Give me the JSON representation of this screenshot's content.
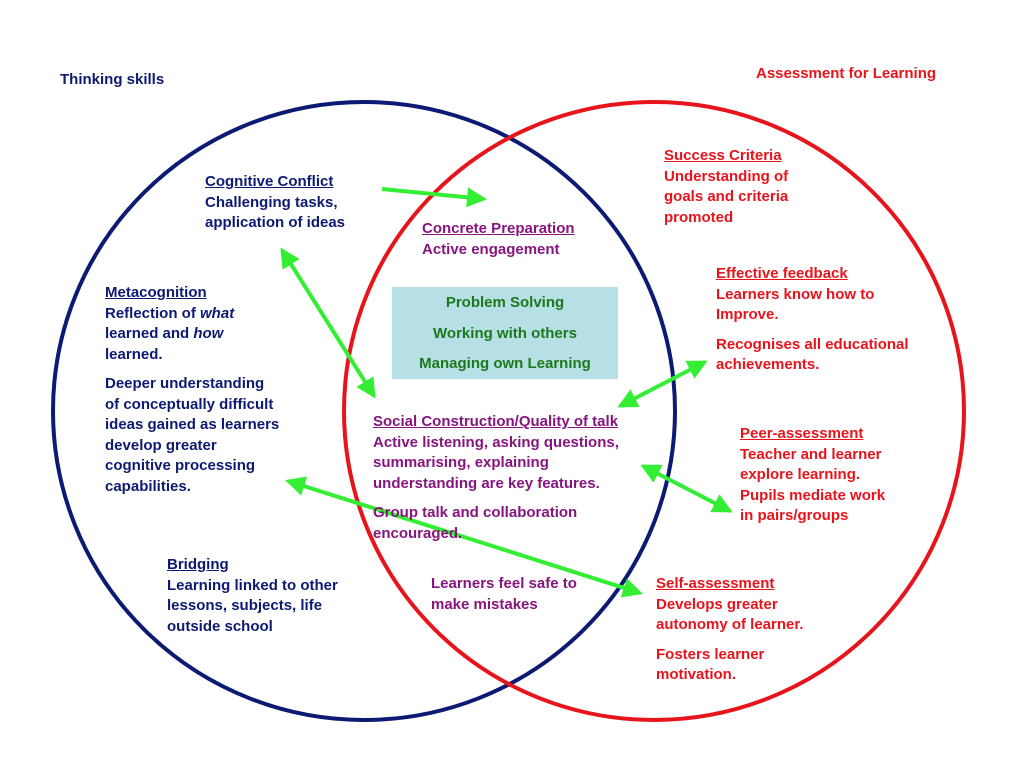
{
  "headings": {
    "thinking_skills": "Thinking skills",
    "assessment_for_learning": "Assessment for Learning"
  },
  "colors": {
    "thinking_circle": "#0d1a73",
    "assessment_circle": "#e8141c",
    "arrows": "#33ee33",
    "center_box": "#b7dfe6"
  },
  "thinking": {
    "cognitive_conflict": {
      "title": "Cognitive Conflict",
      "line1": "Challenging tasks,",
      "line2": "application of ideas"
    },
    "metacognition": {
      "title": "Metacognition",
      "line1_pre": "Reflection of ",
      "line1_em": "what",
      "line2_pre": "learned and ",
      "line2_em": "how",
      "line3": "learned.",
      "deeper": [
        "Deeper understanding",
        "of conceptually difficult",
        "ideas gained as learners",
        "develop greater",
        "cognitive processing",
        "capabilities."
      ]
    },
    "bridging": {
      "title": "Bridging",
      "lines": [
        "Learning linked to other",
        "lessons, subjects, life",
        "outside school"
      ]
    }
  },
  "overlap": {
    "concrete_preparation": {
      "title": "Concrete Preparation",
      "line1": "Active engagement"
    },
    "center_box": [
      "Problem Solving",
      "Working with others",
      "Managing own Learning"
    ],
    "social_construction": {
      "title": "Social Construction/Quality of talk",
      "lines": [
        "Active listening, asking questions,",
        "summarising, explaining",
        "understanding are key features."
      ],
      "group": [
        "Group talk and collaboration",
        "encouraged."
      ]
    },
    "safe": [
      "Learners feel safe to",
      "make mistakes"
    ]
  },
  "assessment": {
    "success_criteria": {
      "title": "Success Criteria",
      "lines": [
        "Understanding of",
        "goals and criteria",
        "promoted"
      ]
    },
    "effective_feedback": {
      "title": "Effective feedback",
      "lines": [
        "Learners know how to",
        "Improve."
      ],
      "extra": [
        "Recognises all educational",
        "achievements."
      ]
    },
    "peer_assessment": {
      "title": "Peer-assessment",
      "lines": [
        "Teacher and learner",
        "explore learning.",
        "Pupils mediate work",
        "in pairs/groups"
      ]
    },
    "self_assessment": {
      "title": "Self-assessment",
      "lines": [
        "Develops greater",
        "autonomy of learner."
      ],
      "extra": [
        "Fosters learner",
        "motivation."
      ]
    }
  }
}
